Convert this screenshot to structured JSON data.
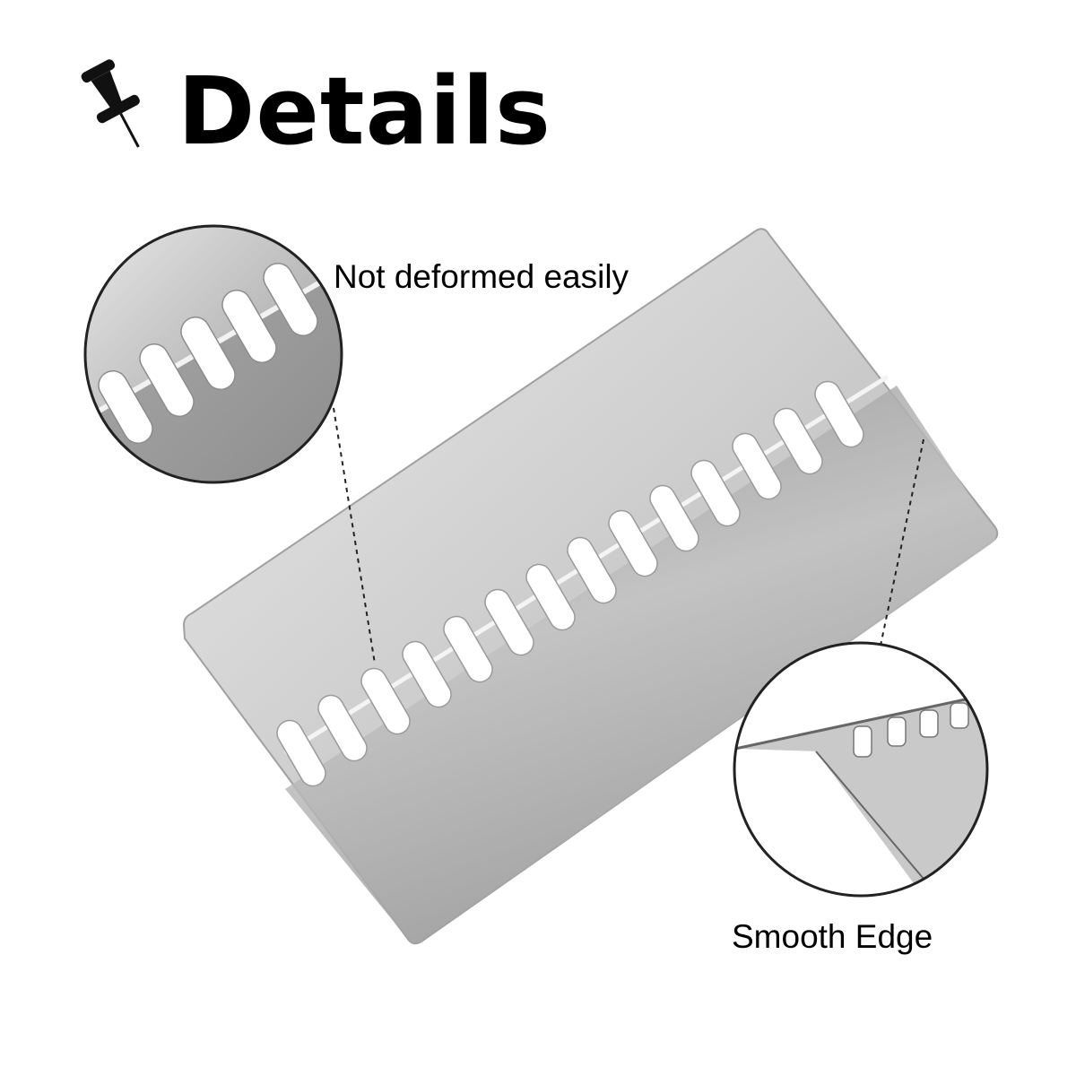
{
  "header": {
    "title": "Details",
    "icon": "pushpin-icon"
  },
  "callouts": {
    "top_label": "Not deformed easily",
    "bottom_label": "Smooth Edge"
  }
}
